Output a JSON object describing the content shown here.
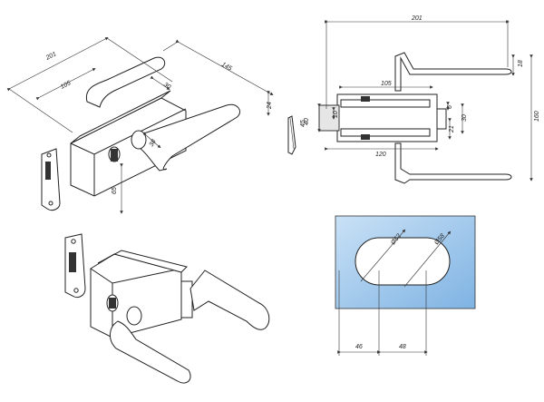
{
  "iso_view": {
    "dims": [
      "201",
      "105",
      "30",
      "145",
      "24",
      "65",
      "38"
    ]
  },
  "front_view": {
    "dims": [
      "201",
      "105",
      "40",
      "10",
      "45",
      "120",
      "6",
      "30",
      "21",
      "18",
      "160"
    ]
  },
  "cutout_view": {
    "dims": [
      "46",
      "48",
      "Ø52",
      "Ø58"
    ],
    "glass_color": "#a9cdee"
  }
}
